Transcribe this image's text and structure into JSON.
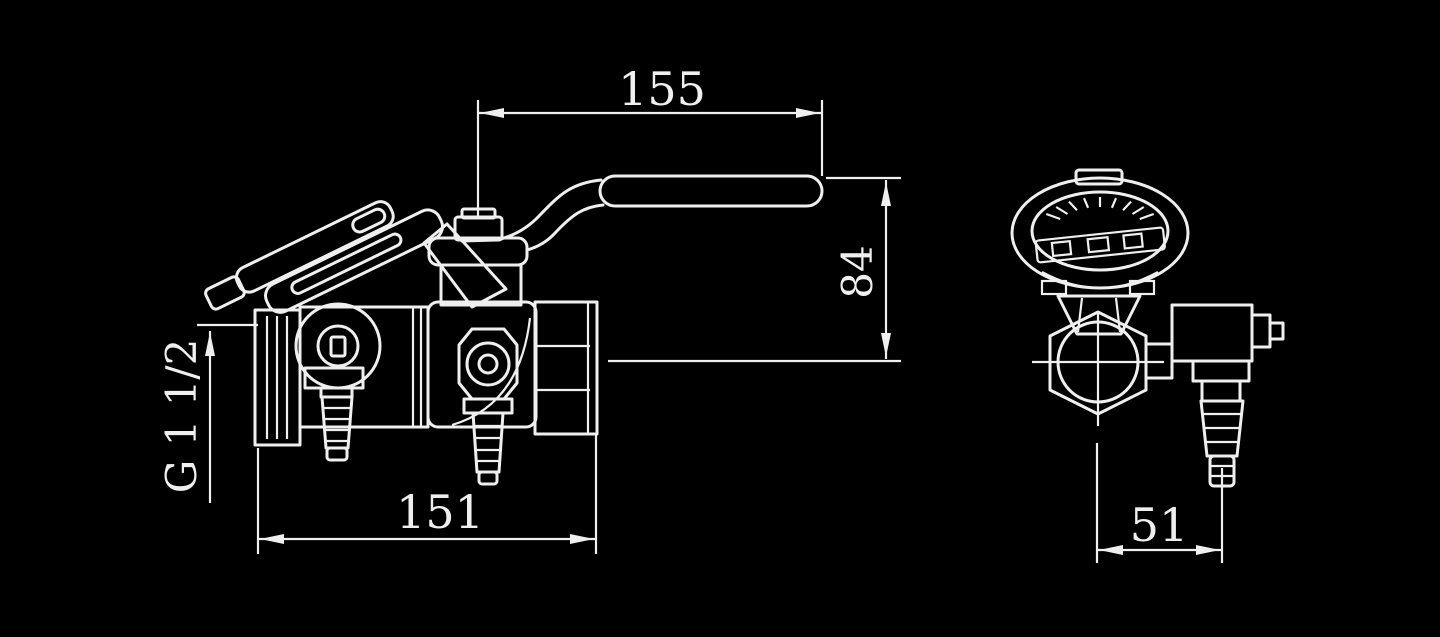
{
  "drawing": {
    "colors": {
      "background": "#000000",
      "line": "#efefef"
    },
    "dimensions": {
      "handle_length": "155",
      "overall_height": "84",
      "inlet_thread": "G 1 1/2",
      "body_length": "151",
      "side_offset": "51"
    }
  }
}
